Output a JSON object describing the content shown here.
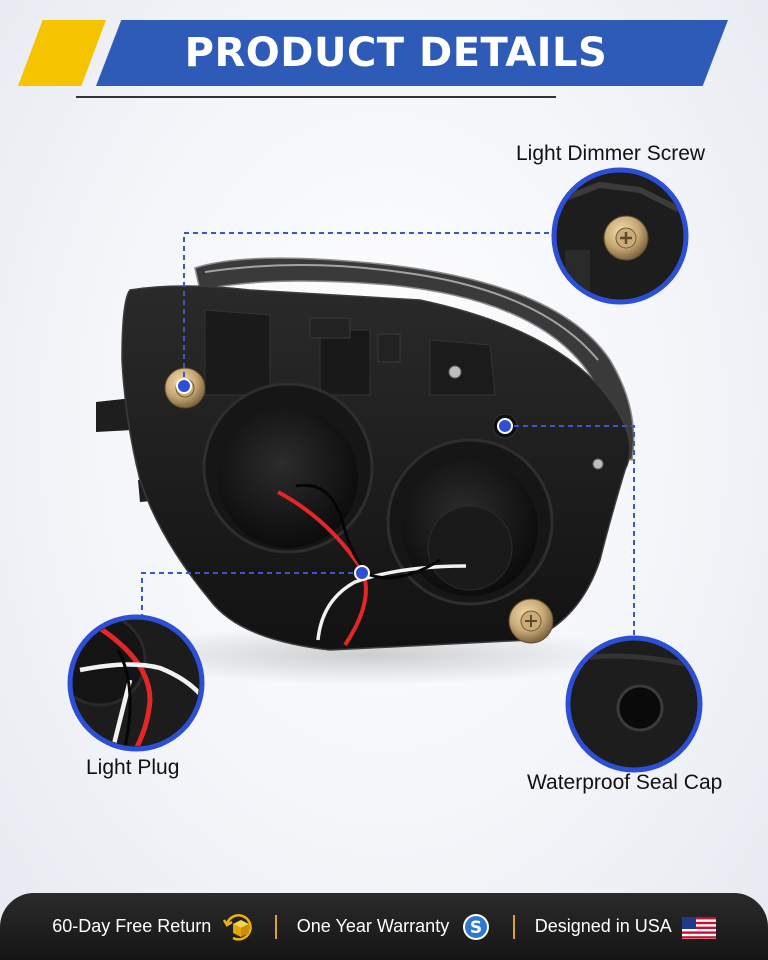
{
  "banner": {
    "title": "PRODUCT DETAILS"
  },
  "callouts": {
    "dimmer_label": "Light Dimmer Screw",
    "plug_label": "Light Plug",
    "seal_label": "Waterproof Seal Cap"
  },
  "footer": {
    "items": [
      {
        "label": "60-Day Free Return",
        "icon": "return-box-icon"
      },
      {
        "label": "One Year Warranty",
        "icon": "warranty-shield-icon"
      },
      {
        "label": "Designed in USA",
        "icon": "usa-flag-icon"
      }
    ]
  },
  "colors": {
    "accent_blue": "#2f5bb8",
    "accent_yellow": "#f5c400",
    "marker_blue": "#2c4fd6",
    "footer_bg": "#1d1d1d"
  }
}
